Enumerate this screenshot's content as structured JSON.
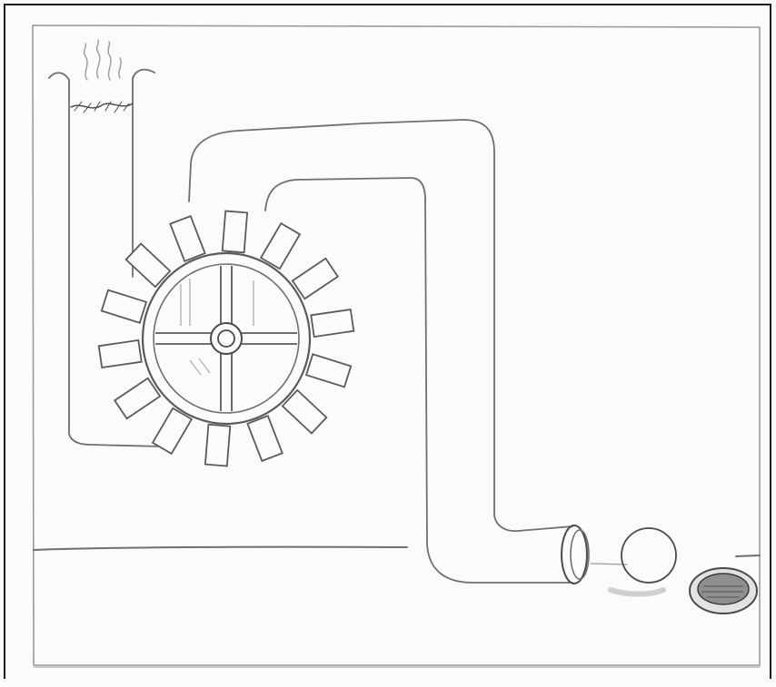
{
  "image": {
    "kind": "pencil-sketch",
    "subject_parts": [
      "steam-vessel",
      "water-wheel",
      "pipe",
      "ball",
      "cup-target"
    ],
    "colors": {
      "paper": "#fbfbfa",
      "pencil": "#6f6f6f",
      "pencil_dark": "#4a4a4a",
      "frame": "#1a1a1a"
    }
  }
}
